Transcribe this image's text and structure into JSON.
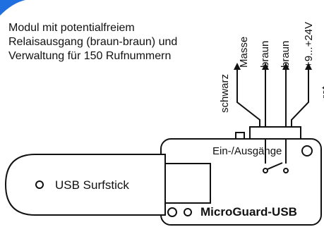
{
  "description_lines": [
    "Modul mit potentialfreiem",
    "Relaisausgang (braun-braun) und",
    "Verwaltung für 150 Rufnummern"
  ],
  "wires": {
    "left_label": "schwarz",
    "arrow_labels": [
      "Masse",
      "braun",
      "braun",
      "+9...+24V"
    ],
    "right_label": "rot"
  },
  "device": {
    "connector_label": "Ein-/Ausgänge",
    "name": "MicroGuard-USB",
    "surfstick_label": "USB Surfstick"
  },
  "colors": {
    "corner_accent": "#1f6fe0",
    "line": "#111111"
  }
}
